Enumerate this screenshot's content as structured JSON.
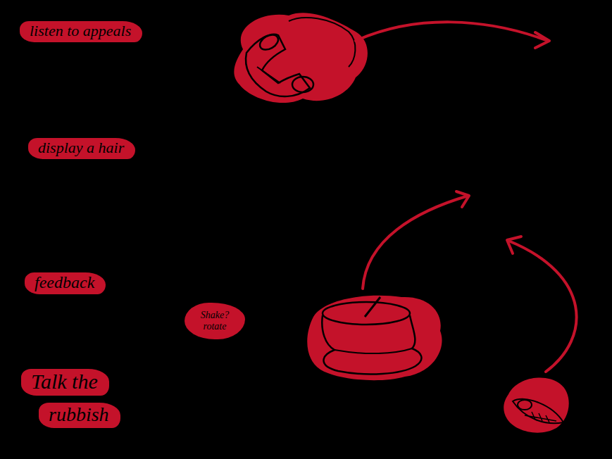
{
  "diagram": {
    "nodes": [
      {
        "text": [
          "listen to appeals"
        ]
      },
      {
        "text": [
          "display a hair"
        ]
      },
      {
        "text": [
          "feedback"
        ]
      },
      {
        "text": [
          "Shake? rotate"
        ]
      },
      {
        "text": [
          "Talk the"
        ]
      },
      {
        "text": [
          "rubbish"
        ]
      }
    ]
  }
}
